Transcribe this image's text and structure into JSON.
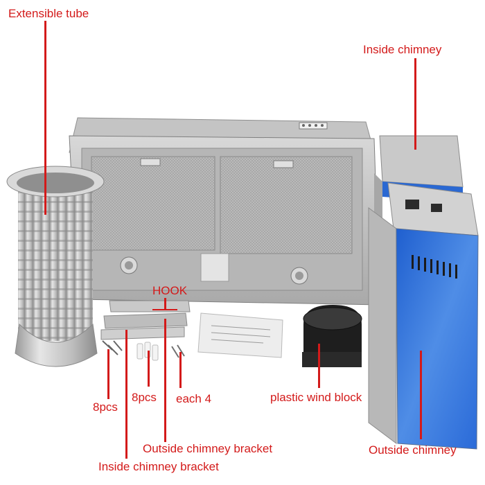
{
  "labels": {
    "extensible_tube": "Extensible tube",
    "inside_chimney": "Inside chimney",
    "hook": "HOOK",
    "plastic_wind_block": "plastic wind block",
    "eight_pcs_a": "8pcs",
    "eight_pcs_b": "8pcs",
    "each_4": "each 4",
    "outside_chimney_bracket": "Outside chimney bracket",
    "inside_chimney_bracket": "Inside chimney bracket",
    "outside_chimney": "Outside chimney"
  },
  "colors": {
    "annotation": "#d31a1a",
    "steel": "#c9c9c9",
    "blue_film": "#2f6fd6"
  }
}
